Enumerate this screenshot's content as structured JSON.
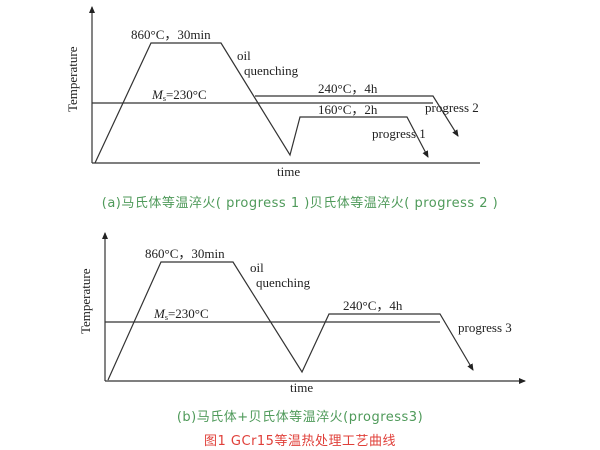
{
  "diagram_a": {
    "y_label": "Temperature",
    "x_label": "time",
    "austenitize": "860°C，30min",
    "quench": [
      "oil",
      "quenching"
    ],
    "ms_prefix": "M",
    "ms_sub": "s",
    "ms_value": "=230°C",
    "hold_bainite": "240°C，4h",
    "hold_martensite": "160°C，2h",
    "progress_2": "progress 2",
    "progress_1": "progress 1",
    "caption": "(a)马氏体等温淬火( progress 1 )贝氏体等温淬火( progress 2 )"
  },
  "diagram_b": {
    "y_label": "Temperature",
    "x_label": "time",
    "austenitize": "860°C，30min",
    "quench": [
      "oil",
      "quenching"
    ],
    "ms_prefix": "M",
    "ms_sub": "s",
    "ms_value": "=230°C",
    "hold_bainite": "240°C，4h",
    "progress_3": "progress 3",
    "caption": "(b)马氏体+贝氏体等温淬火(progress3)"
  },
  "figure_caption": "图1 GCr15等温热处理工艺曲线",
  "colors": {
    "caption": "#4f9a5a",
    "figure_caption": "#e0403a"
  }
}
